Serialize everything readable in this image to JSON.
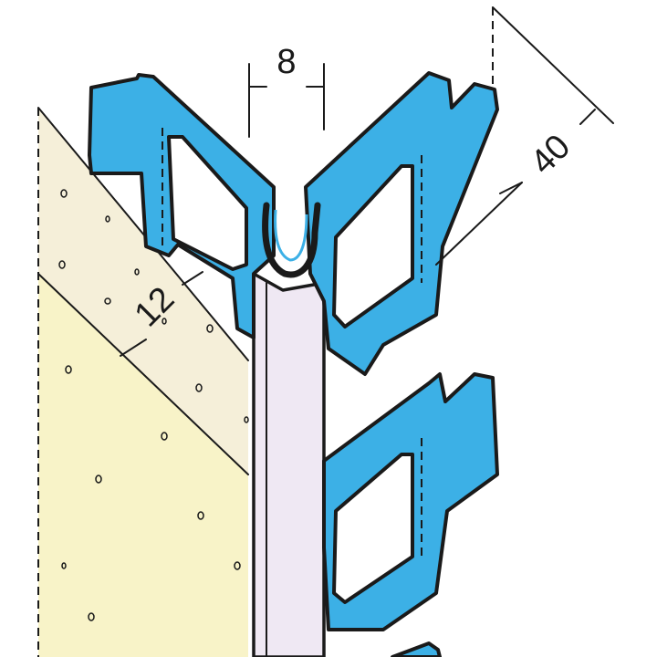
{
  "dimensions": {
    "nose_width": "8",
    "plaster_thickness": "12",
    "flange_length": "40"
  },
  "colors": {
    "profile_blue": "#3cb0e6",
    "plaster_light": "#f5efd9",
    "plaster_dark": "#e8dfc1",
    "substrate": "#f8f3c8",
    "white_edge": "#efe8f3",
    "line": "#1a1a1a"
  }
}
